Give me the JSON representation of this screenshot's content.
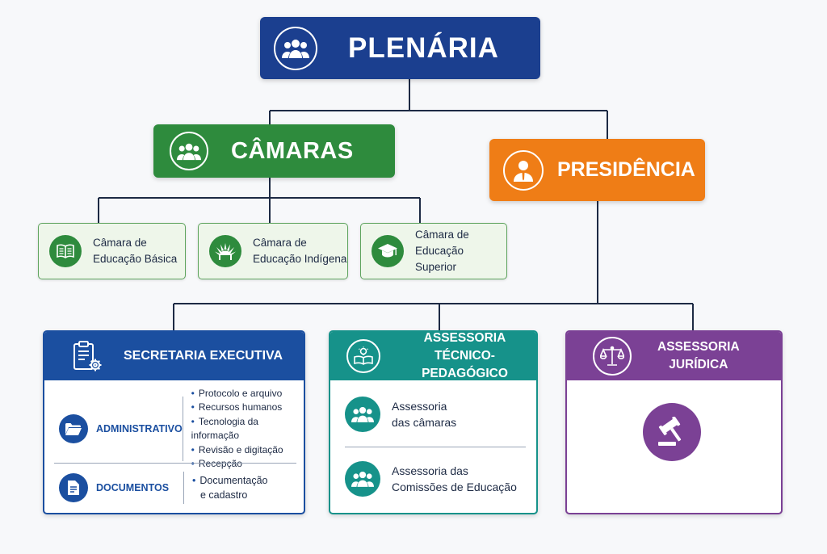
{
  "plenaria": {
    "title": "PLENÁRIA",
    "icon": "group-icon",
    "color": "#1b3f8f"
  },
  "camaras": {
    "title": "CÂMARAS",
    "icon": "group-icon",
    "color": "#2e8b3d",
    "items": [
      {
        "label_1": "Câmara de",
        "label_2": "Educação Básica",
        "icon": "book-icon"
      },
      {
        "label_1": "Câmara de",
        "label_2": "Educação Indígena",
        "icon": "indigenous-headdress-icon"
      },
      {
        "label_1": "Câmara de",
        "label_2": "Educação Superior",
        "icon": "graduation-cap-icon"
      }
    ]
  },
  "presidencia": {
    "title": "PRESIDÊNCIA",
    "icon": "person-icon",
    "color": "#ef7d16"
  },
  "secretaria": {
    "title": "SECRETARIA EXECUTIVA",
    "icon": "clipboard-gear-icon",
    "color": "#1b4fa0",
    "administrativo": {
      "label": "ADMINISTRATIVO",
      "icon": "folder-icon",
      "items": [
        "Protocolo e arquivo",
        "Recursos humanos",
        "Tecnologia da informação",
        "Revisão e digitação",
        "Recepção"
      ]
    },
    "documentos": {
      "label": "DOCUMENTOS",
      "icon": "document-icon",
      "item_1": "Documentação",
      "item_2": "e cadastro"
    }
  },
  "assessoria_tp": {
    "title_1": "ASSESSORIA",
    "title_2": "TÉCNICO-PEDAGÓGICO",
    "icon": "book-lightbulb-icon",
    "color": "#16928a",
    "items": [
      {
        "label_1": "Assessoria",
        "label_2": "das câmaras",
        "icon": "people-icon"
      },
      {
        "label_1": "Assessoria das",
        "label_2": "Comissões de Educação",
        "icon": "people-icon"
      }
    ]
  },
  "assessoria_juridica": {
    "title_1": "ASSESSORIA",
    "title_2": "JURÍDICA",
    "icon": "scales-icon",
    "body_icon": "gavel-icon",
    "color": "#7b4195"
  }
}
